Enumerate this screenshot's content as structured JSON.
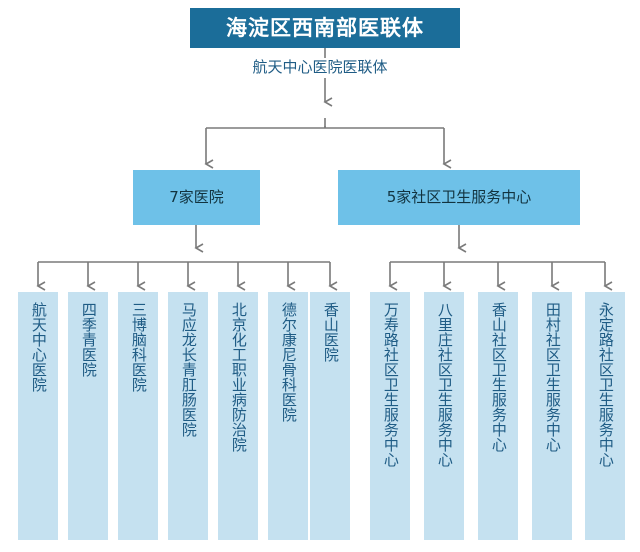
{
  "root": {
    "title": "海淀区西南部医联体",
    "subtitle": "航天中心医院医联体"
  },
  "branches": [
    {
      "label": "7家医院"
    },
    {
      "label": "5家社区卫生服务中心"
    }
  ],
  "hospitals": [
    {
      "label": "航天中心医院"
    },
    {
      "label": "四季青医院"
    },
    {
      "label": "三博脑科医院"
    },
    {
      "label": "马应龙长青肛肠医院"
    },
    {
      "label": "北京化工职业病防治院"
    },
    {
      "label": "德尔康尼骨科医院"
    },
    {
      "label": "香山医院"
    }
  ],
  "centers": [
    {
      "label": "万寿路社区卫生服务中心"
    },
    {
      "label": "八里庄社区卫生服务中心"
    },
    {
      "label": "香山社区卫生服务中心"
    },
    {
      "label": "田村社区卫生服务中心"
    },
    {
      "label": "永定路社区卫生服务中心"
    }
  ],
  "colors": {
    "root_box": "#1B6D99",
    "root_text": "#FFFFFF",
    "mid_box": "#6EC1E8",
    "leaf_box": "#C5E1F0",
    "text_blue": "#1F5C85",
    "connector": "#7A7A7A"
  }
}
